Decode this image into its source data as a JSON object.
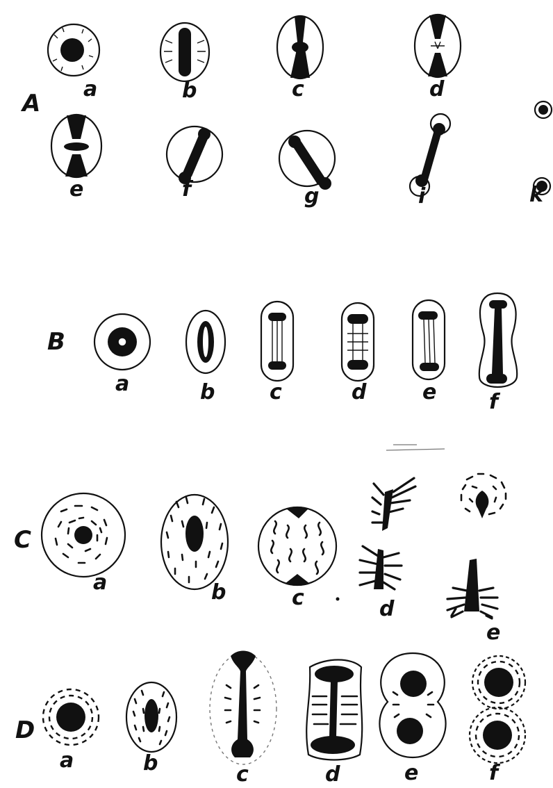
{
  "rows": [
    {
      "label": "A",
      "figures": [
        "a",
        "b",
        "c",
        "d",
        "e",
        "f",
        "g",
        "i",
        "k"
      ]
    },
    {
      "label": "B",
      "figures": [
        "a",
        "b",
        "c",
        "d",
        "e",
        "f"
      ]
    },
    {
      "label": "C",
      "figures": [
        "a",
        "b",
        "c",
        "d",
        "e"
      ]
    },
    {
      "label": "D",
      "figures": [
        "a",
        "b",
        "c",
        "d",
        "e",
        "f"
      ]
    }
  ]
}
